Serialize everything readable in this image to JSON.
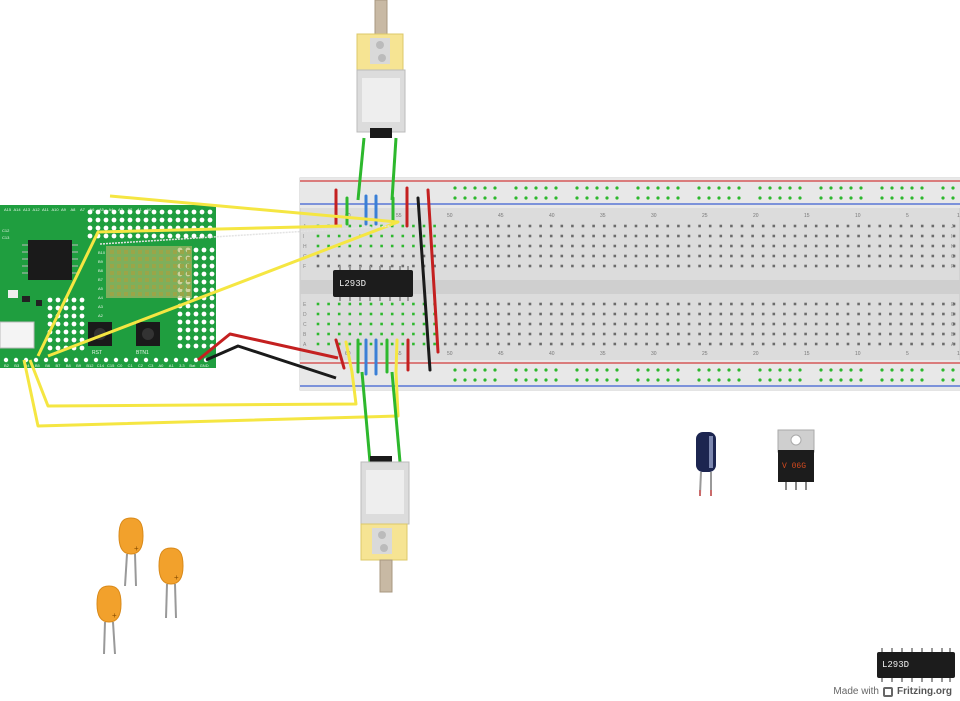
{
  "chips": {
    "main_label": "L293D",
    "spare_label": "L293D"
  },
  "regulator": {
    "marking": "V 06G"
  },
  "mcu_board": {
    "top_pins": [
      "A15",
      "A14",
      "A13",
      "A12",
      "A11",
      "A10",
      "A9",
      "A8",
      "A7",
      "A6",
      "A5",
      "A4",
      "A3",
      "A2",
      "A1",
      "A0"
    ],
    "left_pins": [
      "C12",
      "C13"
    ],
    "side_pins": [
      "B10",
      "B9",
      "B8",
      "B7",
      "A5",
      "A4",
      "A3",
      "A2"
    ],
    "bottom_pins": [
      "B2",
      "B3",
      "B4",
      "B5",
      "B6",
      "B7",
      "B8",
      "B9",
      "B12",
      "C14",
      "C15",
      "C0",
      "C1",
      "C2",
      "C3",
      "A0",
      "A1",
      "3.3",
      "Bat",
      "GND"
    ],
    "button_labels": [
      "RST",
      "BTN1"
    ]
  },
  "breadboard": {
    "row_letters_top": [
      "J",
      "I",
      "H",
      "G",
      "F"
    ],
    "row_letters_bottom": [
      "E",
      "D",
      "C",
      "B",
      "A"
    ],
    "column_numbers": [
      "60",
      "55",
      "50",
      "45",
      "40",
      "35",
      "30",
      "25",
      "20",
      "15",
      "10",
      "5",
      "1"
    ]
  },
  "credit": {
    "prefix": "Made with",
    "brand": "Fritzing.org"
  },
  "colors": {
    "board_green": "#1f9e3f",
    "wire_yellow": "#f5e642",
    "wire_green": "#2db82d",
    "wire_blue": "#3a7fd6",
    "wire_red": "#c42020",
    "wire_black": "#1a1a1a",
    "capacitor_orange": "#f2a12c",
    "electrolytic_navy": "#1c2550"
  }
}
